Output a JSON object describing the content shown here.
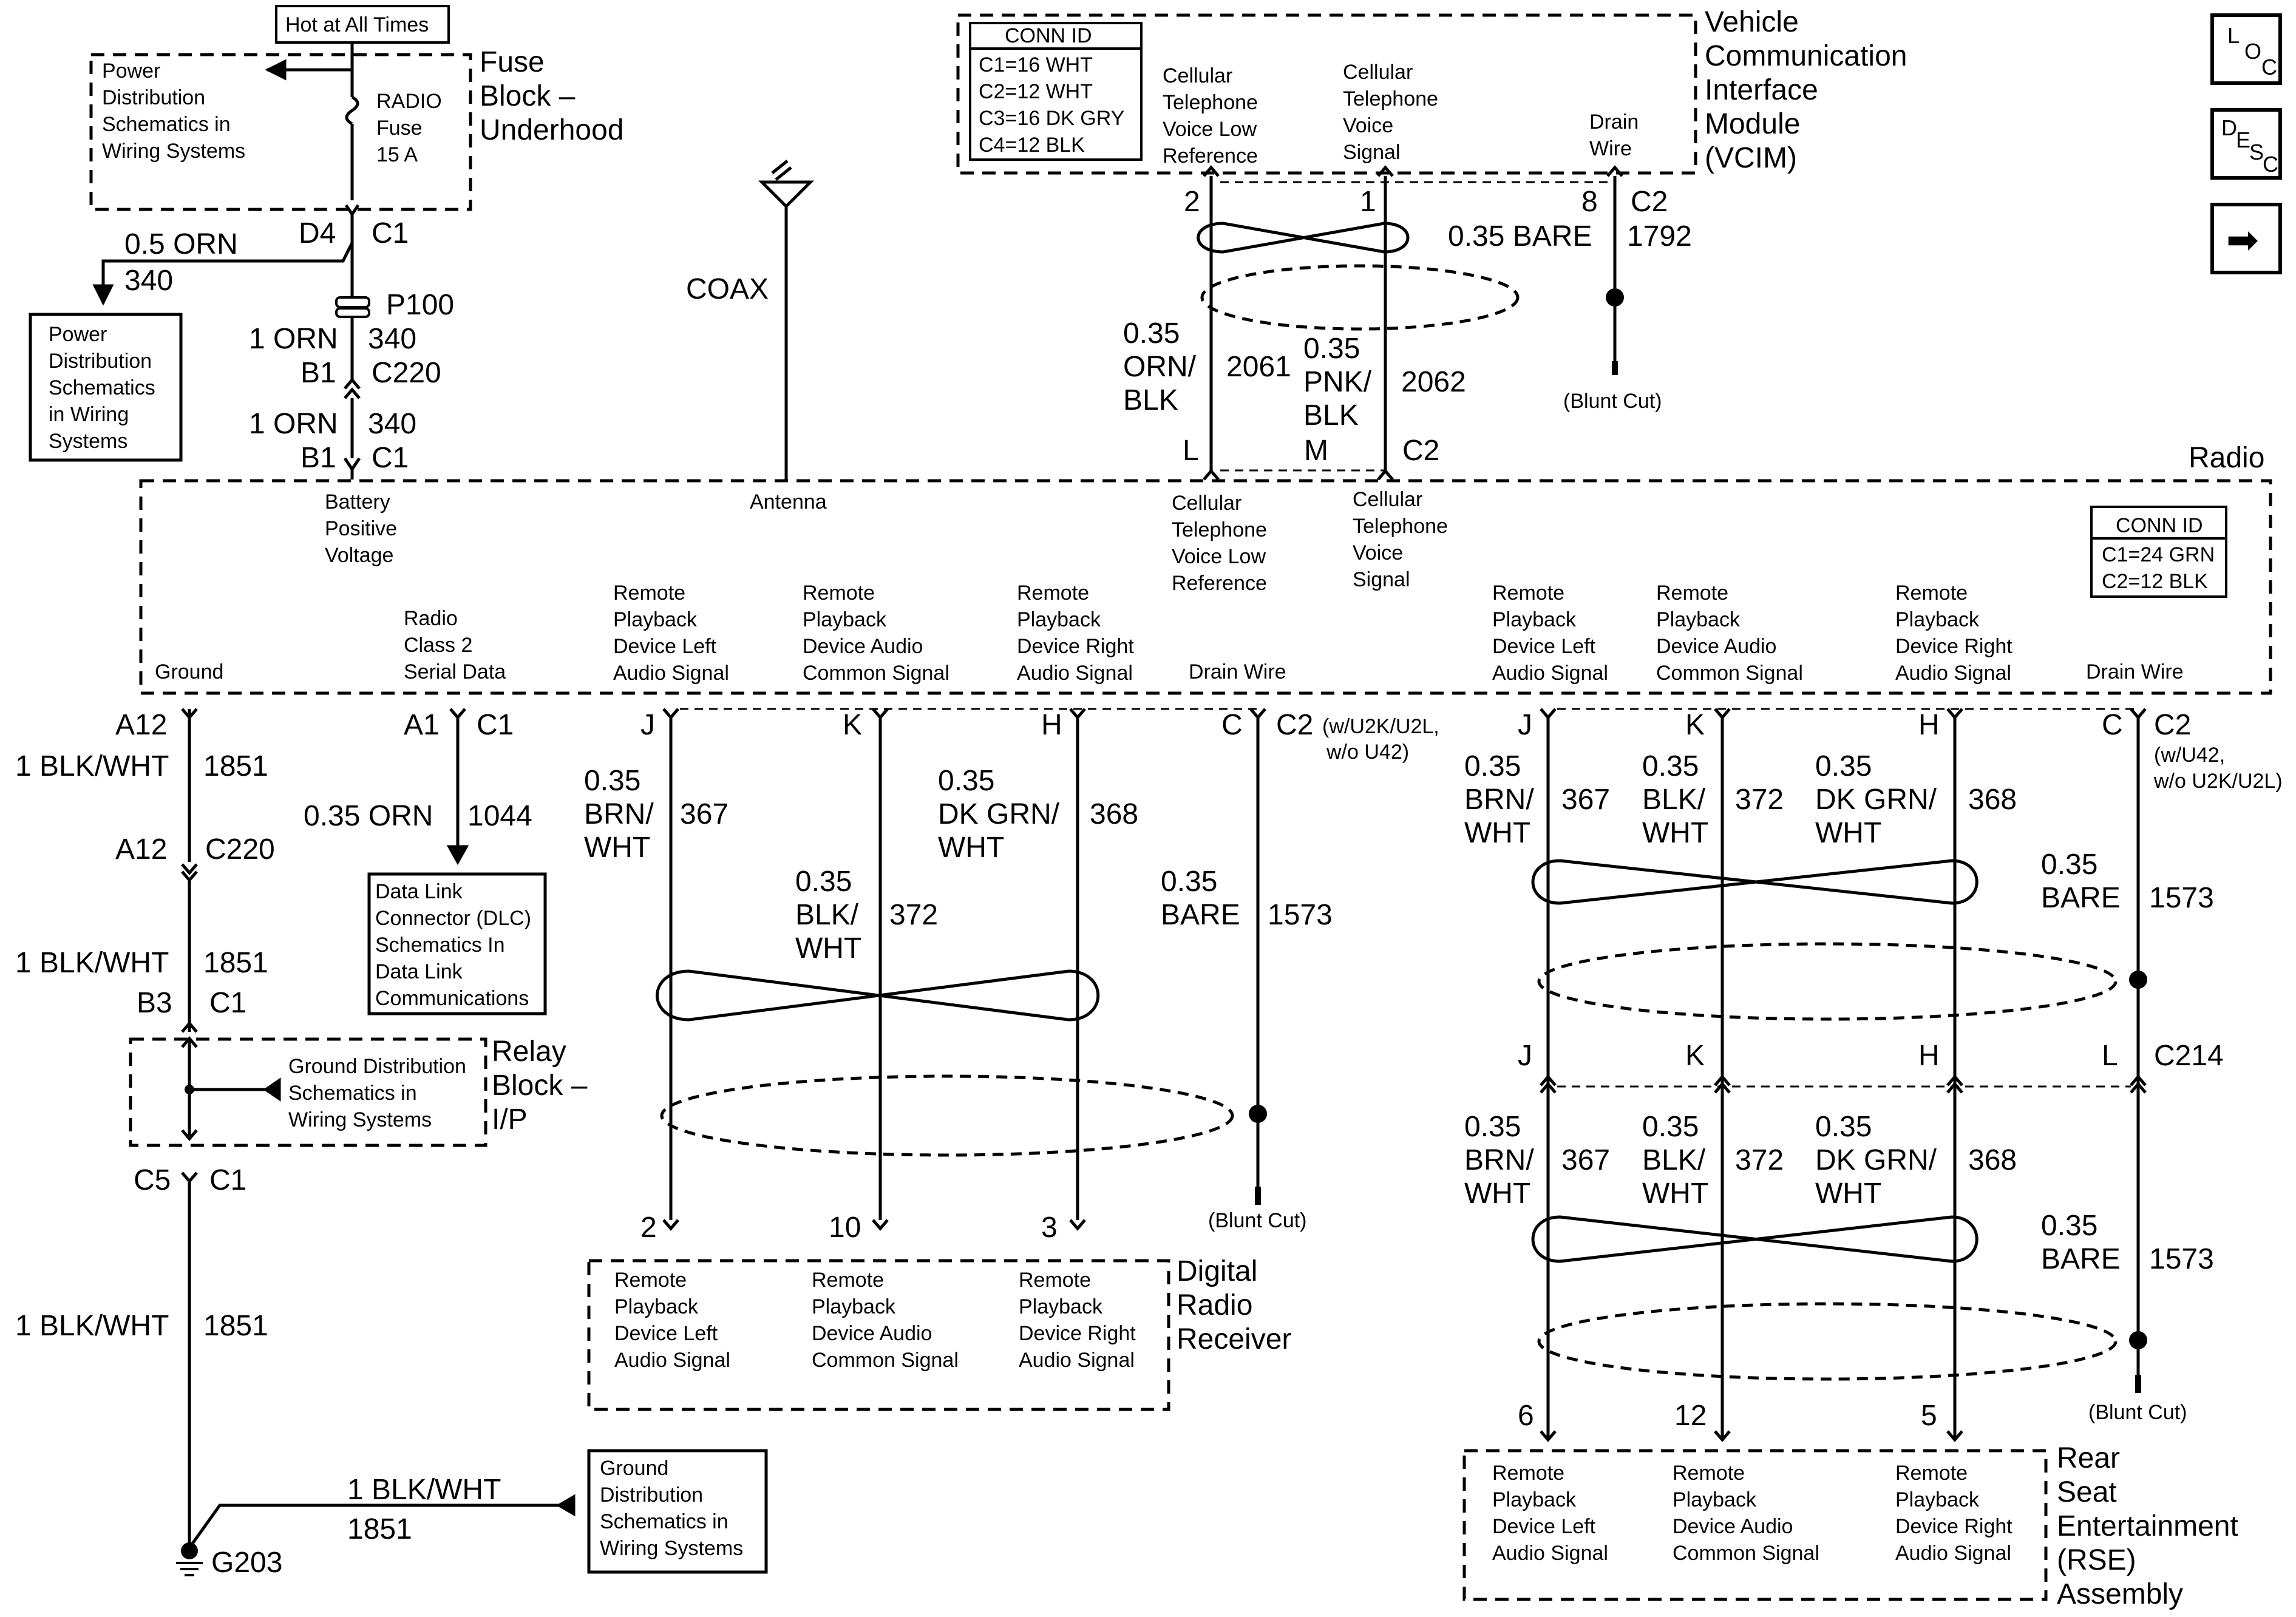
{
  "nav": {
    "loc": [
      "L",
      "O",
      "C"
    ],
    "desc": [
      "D",
      "E",
      "S",
      "C"
    ],
    "next": "➡"
  },
  "fuse_block": {
    "hot": "Hot at All Times",
    "power_dist": [
      "Power",
      "Distribution",
      "Schematics in",
      "Wiring Systems"
    ],
    "fuse": [
      "RADIO",
      "Fuse",
      "15 A"
    ],
    "name": [
      "Fuse",
      "Block –",
      "Underhood"
    ]
  },
  "power_box2": [
    "Power",
    "Distribution",
    "Schematics",
    "in Wiring",
    "Systems"
  ],
  "vcim": {
    "conn_title": "CONN ID",
    "conn": [
      "C1=16 WHT",
      "C2=12 WHT",
      "C3=16 DK GRY",
      "C4=12 BLK"
    ],
    "pins": [
      [
        "Cellular",
        "Telephone",
        "Voice Low",
        "Reference"
      ],
      [
        "Cellular",
        "Telephone",
        "Voice",
        "Signal"
      ],
      [
        "Drain",
        "Wire"
      ]
    ],
    "name": [
      "Vehicle",
      "Communication",
      "Interface",
      "Module",
      "(VCIM)"
    ]
  },
  "radio": {
    "name": "Radio",
    "conn_title": "CONN ID",
    "conn": [
      "C1=24 GRN",
      "C2=12 BLK"
    ],
    "top_pins": [
      [
        "Battery",
        "Positive",
        "Voltage"
      ],
      [
        "Antenna"
      ],
      [
        "Cellular",
        "Telephone",
        "Voice Low",
        "Reference"
      ],
      [
        "Cellular",
        "Telephone",
        "Voice",
        "Signal"
      ]
    ],
    "bottom_pins": [
      [
        "Ground"
      ],
      [
        "Radio",
        "Class 2",
        "Serial Data"
      ],
      [
        "Remote",
        "Playback",
        "Device Left",
        "Audio Signal"
      ],
      [
        "Remote",
        "Playback",
        "Device Audio",
        "Common Signal"
      ],
      [
        "Remote",
        "Playback",
        "Device Right",
        "Audio Signal"
      ],
      [
        "Drain Wire"
      ],
      [
        "Remote",
        "Playback",
        "Device Left",
        "Audio Signal"
      ],
      [
        "Remote",
        "Playback",
        "Device Audio",
        "Common Signal"
      ],
      [
        "Remote",
        "Playback",
        "Device Right",
        "Audio Signal"
      ],
      [
        "Drain Wire"
      ]
    ]
  },
  "dlc": [
    "Data Link",
    "Connector (DLC)",
    "Schematics In",
    "Data Link",
    "Communications"
  ],
  "relay": {
    "gd": [
      "Ground Distribution",
      "Schematics in",
      "Wiring Systems"
    ],
    "name": [
      "Relay",
      "Block –",
      "I/P"
    ]
  },
  "gnd_box": [
    "Ground",
    "Distribution",
    "Schematics in",
    "Wiring Systems"
  ],
  "drr": {
    "pins": [
      [
        "Remote",
        "Playback",
        "Device Left",
        "Audio Signal"
      ],
      [
        "Remote",
        "Playback",
        "Device Audio",
        "Common Signal"
      ],
      [
        "Remote",
        "Playback",
        "Device Right",
        "Audio Signal"
      ]
    ],
    "name": [
      "Digital",
      "Radio",
      "Receiver"
    ]
  },
  "rse": {
    "pins": [
      [
        "Remote",
        "Playback",
        "Device Left",
        "Audio Signal"
      ],
      [
        "Remote",
        "Playback",
        "Device Audio",
        "Common Signal"
      ],
      [
        "Remote",
        "Playback",
        "Device Right",
        "Audio Signal"
      ]
    ],
    "name": [
      "Rear",
      "Seat",
      "Entertainment",
      "(RSE)",
      "Assembly"
    ]
  },
  "wire_labels": {
    "d4": "D4",
    "c1": "C1",
    "orn05": "0.5 ORN",
    "n340": "340",
    "p100": "P100",
    "orn1": "1 ORN",
    "b1": "B1",
    "c220": "C220",
    "coax": "COAX",
    "v2": "2",
    "v1": "1",
    "v8": "8",
    "vc2": "C2",
    "bare035": "0.35 BARE",
    "n1792": "1792",
    "g035": "0.35",
    "orn_blk": [
      "ORN/",
      "BLK"
    ],
    "n2061": "2061",
    "pnk_blk": [
      "PNK/",
      "BLK"
    ],
    "n2062": "2062",
    "pinL": "L",
    "pinM": "M",
    "blunt": "(Blunt Cut)",
    "a12": "A12",
    "a1": "A1",
    "blkwht1": "1 BLK/WHT",
    "n1851": "1851",
    "orn035": "0.35 ORN",
    "n1044": "1044",
    "b3": "B3",
    "c5": "C5",
    "g203": "G203",
    "J": "J",
    "K": "K",
    "H": "H",
    "C": "C",
    "c2_w1": "C2",
    "c2_w1b": "(w/U2K/U2L,",
    "c2_w1c": "w/o U42)",
    "c2_w2b": "(w/U42,",
    "c2_w2c": "w/o U2K/U2L)",
    "brn_wht": [
      "BRN/",
      "WHT"
    ],
    "blk_wht": [
      "BLK/",
      "WHT"
    ],
    "dkgrn_wht": [
      "DK GRN/",
      "WHT"
    ],
    "bare": "BARE",
    "n367": "367",
    "n372": "372",
    "n368": "368",
    "n1573": "1573",
    "d2": "2",
    "d10": "10",
    "d3": "3",
    "r6": "6",
    "r12": "12",
    "r5": "5",
    "Lpin": "L",
    "c214": "C214"
  }
}
